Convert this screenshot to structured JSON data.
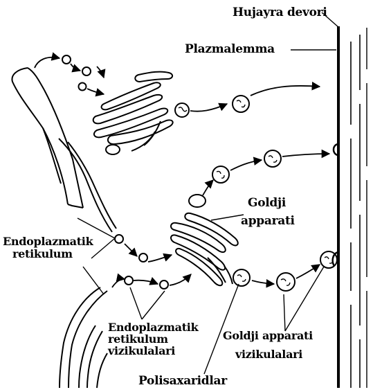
{
  "labels": {
    "cell_wall": "Hujayra devori",
    "plasmalemma": "Plazmalemma",
    "golgi_line1": "Goldji",
    "golgi_line2": "apparati",
    "er_line1": "Endoplazmatik",
    "er_line2": "retikulum",
    "er_ves_line1": "Endoplazmatik",
    "er_ves_line2": "retikulum",
    "er_ves_line3": "vizikulalari",
    "golgi_ves_line1": "Goldji apparati",
    "golgi_ves_line2": "vizikulalari",
    "polysaccharides": "Polisaxaridlar"
  },
  "colors": {
    "ink": "#000000",
    "paper": "#ffffff"
  }
}
